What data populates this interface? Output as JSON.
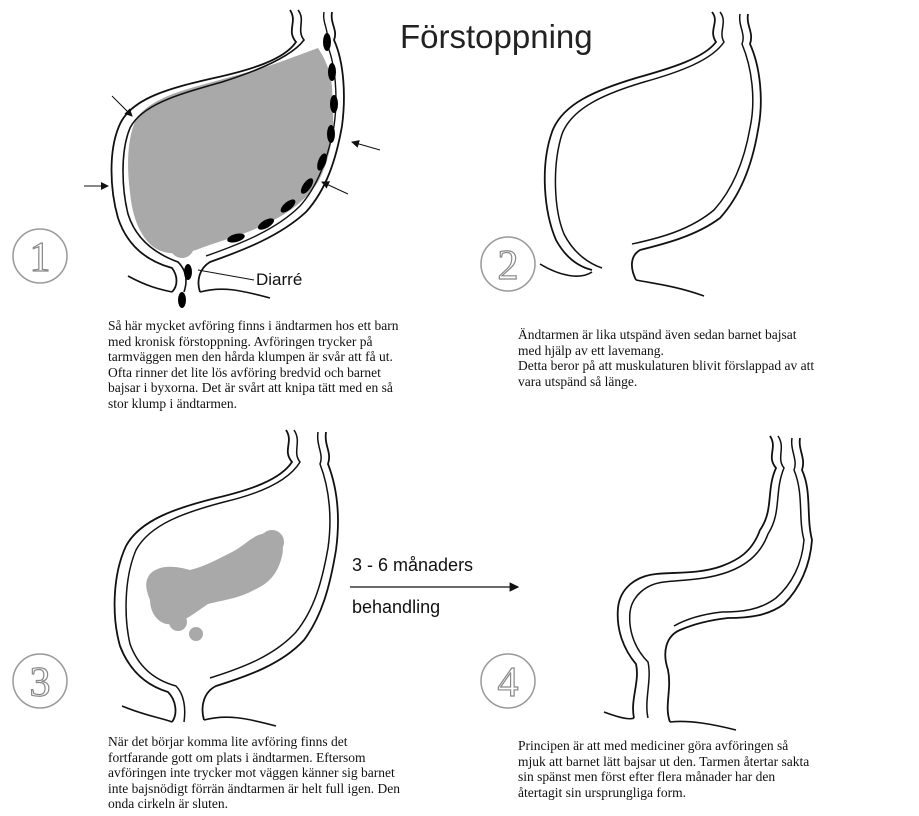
{
  "title": "Förstoppning",
  "panels": [
    {
      "number": "1",
      "caption": "Så här mycket avföring finns i ändtarmen hos ett barn\nmed kronisk förstoppning. Avföringen trycker på\ntarmväggen men den hårda klumpen är svår att få ut.\nOfta rinner det lite lös avföring bredvid och barnet\nbajsar i byxorna. Det är svårt att knipa tätt med en så\nstor klump i ändtarmen."
    },
    {
      "number": "2",
      "caption": "Ändtarmen är lika utspänd även sedan barnet bajsat\nmed hjälp av ett lavemang.\nDetta beror på att muskulaturen blivit förslappad av att\nvara utspänd så länge."
    },
    {
      "number": "3",
      "caption": "När det börjar komma lite avföring finns det\nfortfarande gott om plats i ändtarmen. Eftersom\navföringen inte trycker mot väggen känner sig barnet\ninte bajsnödigt förrän ändtarmen är helt full igen. Den\nonda cirkeln är sluten."
    },
    {
      "number": "4",
      "caption": "Principen är att med mediciner göra avföringen så\nmjuk att barnet lätt bajsar ut den. Tarmen återtar sakta\nsin spänst men först efter flera månader har den\nåtertagit sin ursprungliga form."
    }
  ],
  "diarrhea_label": "Diarré",
  "treatment": {
    "line1": "3 - 6 månaders",
    "line2": "behandling"
  },
  "colors": {
    "stool": "#a9a9a9",
    "outline": "#111111",
    "leak": "#000000"
  }
}
